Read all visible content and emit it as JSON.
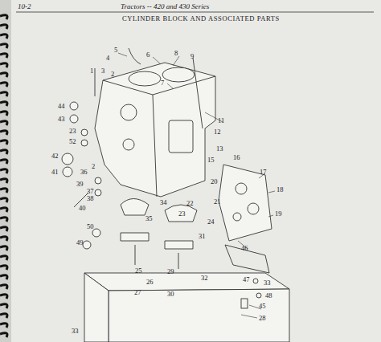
{
  "diagram": {
    "title": "CYLINDER BLOCK AND ASSOCIATED PARTS",
    "labels": [
      "10-2",
      "Tractors -- 420 and 430 Series",
      "5",
      "4",
      "6",
      "3",
      "2",
      "1",
      "7",
      "8",
      "9",
      "11",
      "12",
      "13",
      "15",
      "16",
      "17",
      "18",
      "19",
      "20",
      "21",
      "22",
      "23",
      "24",
      "34",
      "35",
      "44",
      "43",
      "23",
      "52",
      "42",
      "41",
      "36",
      "2",
      "39",
      "37",
      "38",
      "40",
      "50",
      "49",
      "25",
      "26",
      "27",
      "29",
      "30",
      "31",
      "32",
      "46",
      "47",
      "33",
      "48",
      "45",
      "28",
      "33"
    ]
  }
}
